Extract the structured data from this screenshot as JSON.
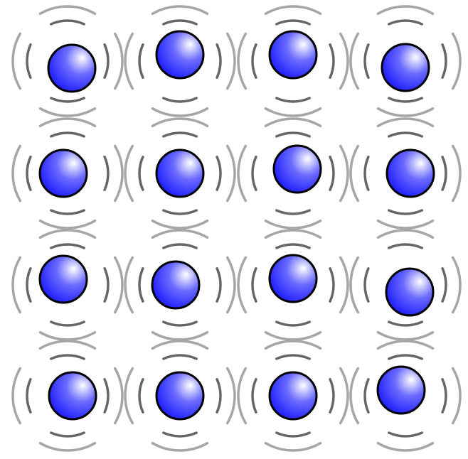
{
  "diagram": {
    "rows": 4,
    "cols": 4,
    "colors": {
      "background": "#ffffff",
      "ball_highlight": "#ffffff",
      "ball_mid": "#6b6bff",
      "ball_dark": "#1c1cff",
      "ball_outline": "#000000",
      "inner_arc": "#666666",
      "outer_arc": "#a6a6a6"
    },
    "atoms": [
      {
        "row": 0,
        "col": 0,
        "offset": "down-right"
      },
      {
        "row": 0,
        "col": 1,
        "offset": "up"
      },
      {
        "row": 0,
        "col": 2,
        "offset": "up"
      },
      {
        "row": 0,
        "col": 3,
        "offset": "down"
      },
      {
        "row": 1,
        "col": 0,
        "offset": "left"
      },
      {
        "row": 1,
        "col": 1,
        "offset": "center"
      },
      {
        "row": 1,
        "col": 2,
        "offset": "up-right"
      },
      {
        "row": 1,
        "col": 3,
        "offset": "right"
      },
      {
        "row": 2,
        "col": 0,
        "offset": "up-left"
      },
      {
        "row": 2,
        "col": 1,
        "offset": "left"
      },
      {
        "row": 2,
        "col": 2,
        "offset": "up"
      },
      {
        "row": 2,
        "col": 3,
        "offset": "down-right"
      },
      {
        "row": 3,
        "col": 0,
        "offset": "right"
      },
      {
        "row": 3,
        "col": 1,
        "offset": "center"
      },
      {
        "row": 3,
        "col": 2,
        "offset": "center"
      },
      {
        "row": 3,
        "col": 3,
        "offset": "up-left"
      }
    ]
  }
}
